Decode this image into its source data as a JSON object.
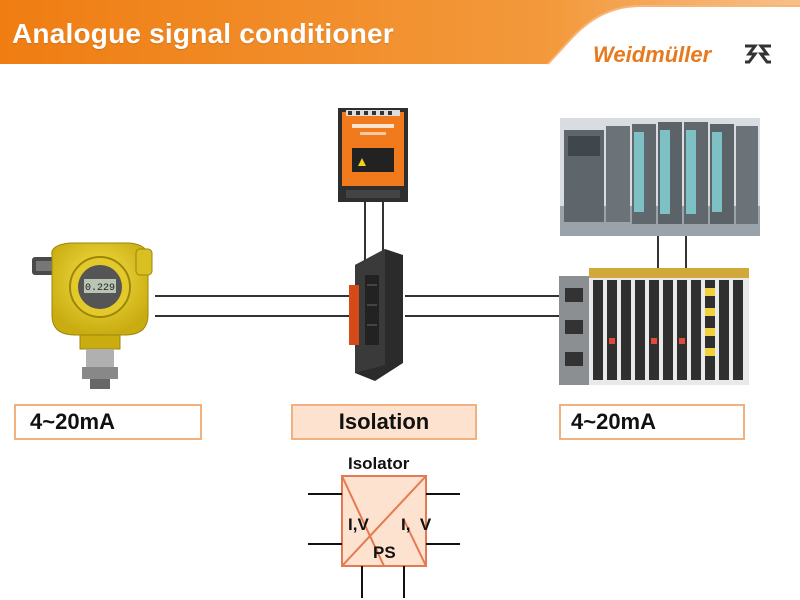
{
  "header": {
    "title": "Analogue signal conditioner",
    "brand": "Weidmüller"
  },
  "labels": {
    "left": "4~20mA",
    "center": "Isolation",
    "right": "4~20mA"
  },
  "devices": {
    "transmitter_display": "0.229"
  },
  "schematic": {
    "title": "Isolator",
    "input_label": "I,V",
    "output_label": "I,  V",
    "power_label": "PS"
  },
  "colors": {
    "accent": "#f08c1e",
    "accent_light": "#fbc79a",
    "brand_text": "#e8791e",
    "label_fill": "#fde3cf",
    "label_border": "#f3b07f"
  }
}
